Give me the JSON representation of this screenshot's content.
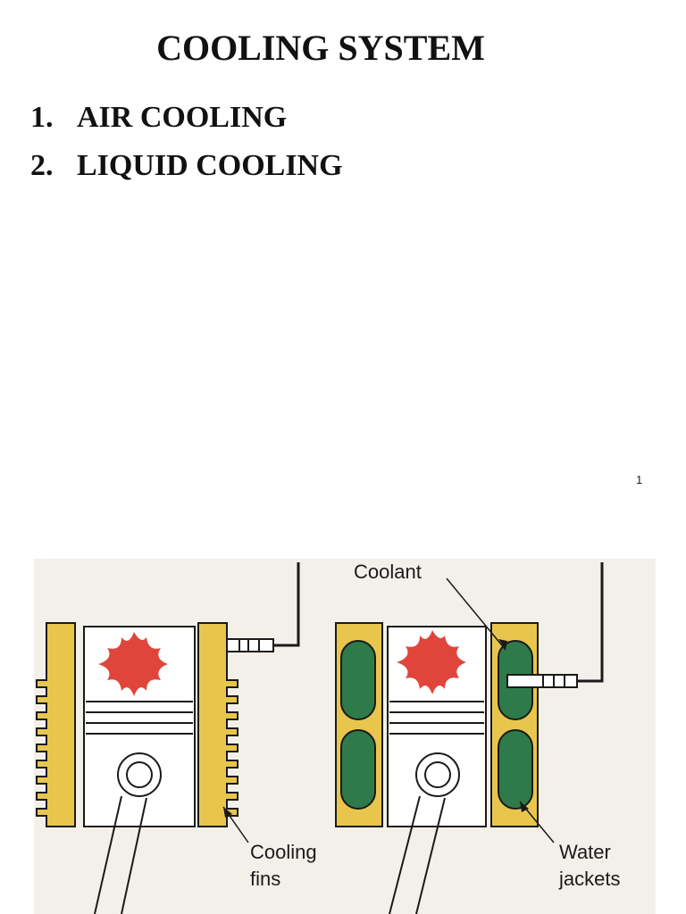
{
  "page": {
    "title": "COOLING SYSTEM",
    "list": [
      {
        "number": "1.",
        "text": "AIR COOLING"
      },
      {
        "number": "2.",
        "text": "LIQUID COOLING"
      }
    ],
    "page_number": "1"
  },
  "figure": {
    "labels": {
      "coolant": "Coolant",
      "cooling_line1": "Cooling",
      "cooling_line2": "fins",
      "water_line1": "Water",
      "water_line2": "jackets"
    },
    "colors": {
      "fin_yellow": "#e8c64e",
      "jacket_green": "#2f7a4a",
      "flame_red": "#e0453c",
      "piston_white": "#ffffff",
      "background_tint": "#f3f0ea",
      "outline": "#1a1a1a"
    }
  }
}
